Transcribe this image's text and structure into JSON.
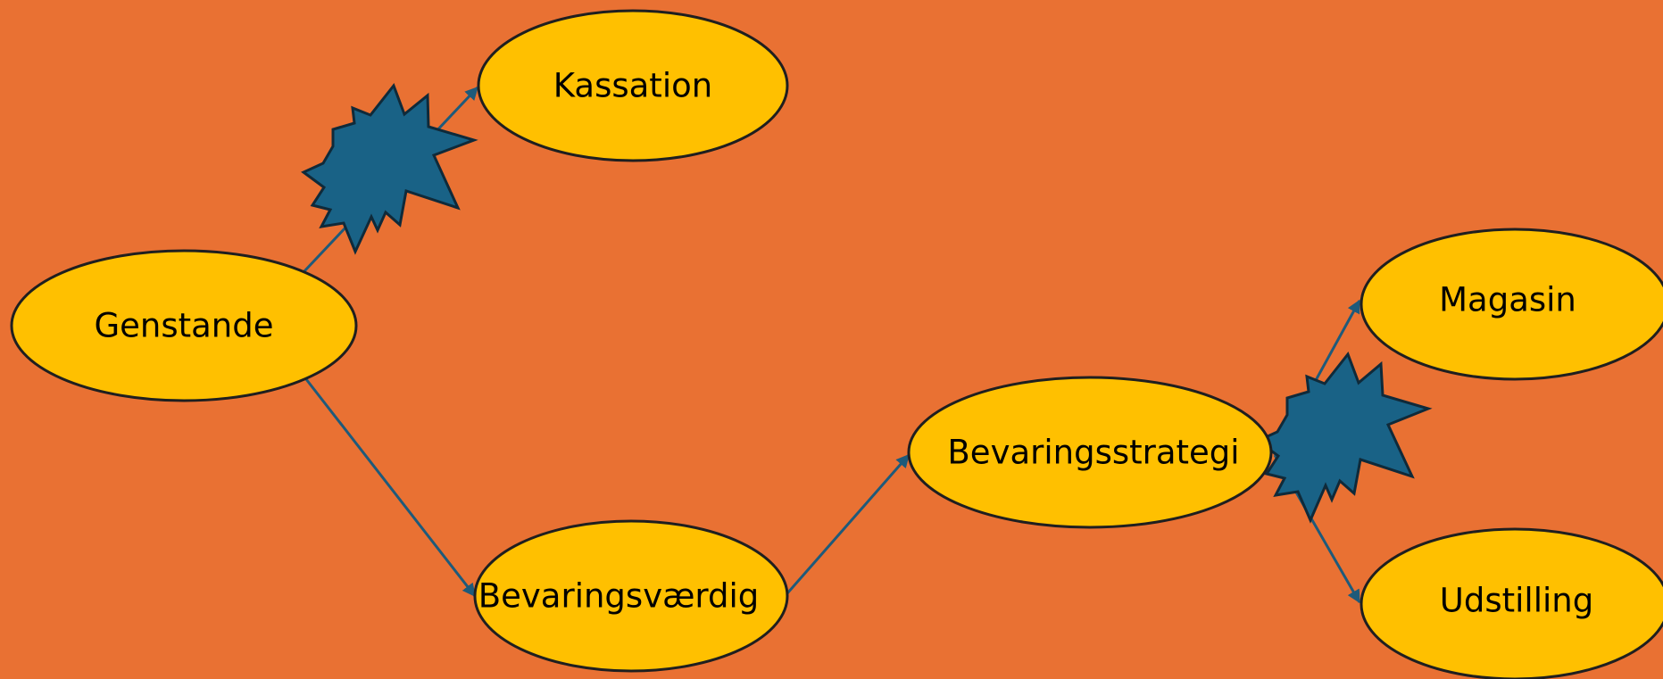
{
  "colors": {
    "background": "#E97133",
    "node_fill": "#FFC000",
    "node_stroke": "#1F1F1F",
    "connector": "#1E5A7A",
    "burst_fill": "#196286",
    "burst_stroke": "#0F2A3A"
  },
  "nodes": {
    "genstande": "Genstande",
    "kassation": "Kassation",
    "bevaringsvaerdig": "Bevaringsværdig",
    "bevaringsstrategi": "Bevaringsstrategi",
    "magasin": "Magasin",
    "udstilling": "Udstilling"
  },
  "edges": [
    {
      "from": "genstande",
      "to": "kassation"
    },
    {
      "from": "genstande",
      "to": "bevaringsvaerdig"
    },
    {
      "from": "bevaringsvaerdig",
      "to": "bevaringsstrategi"
    },
    {
      "from": "bevaringsstrategi",
      "to": "magasin"
    },
    {
      "from": "bevaringsstrategi",
      "to": "udstilling"
    }
  ],
  "decorations": [
    "burst-shape",
    "burst-shape"
  ]
}
